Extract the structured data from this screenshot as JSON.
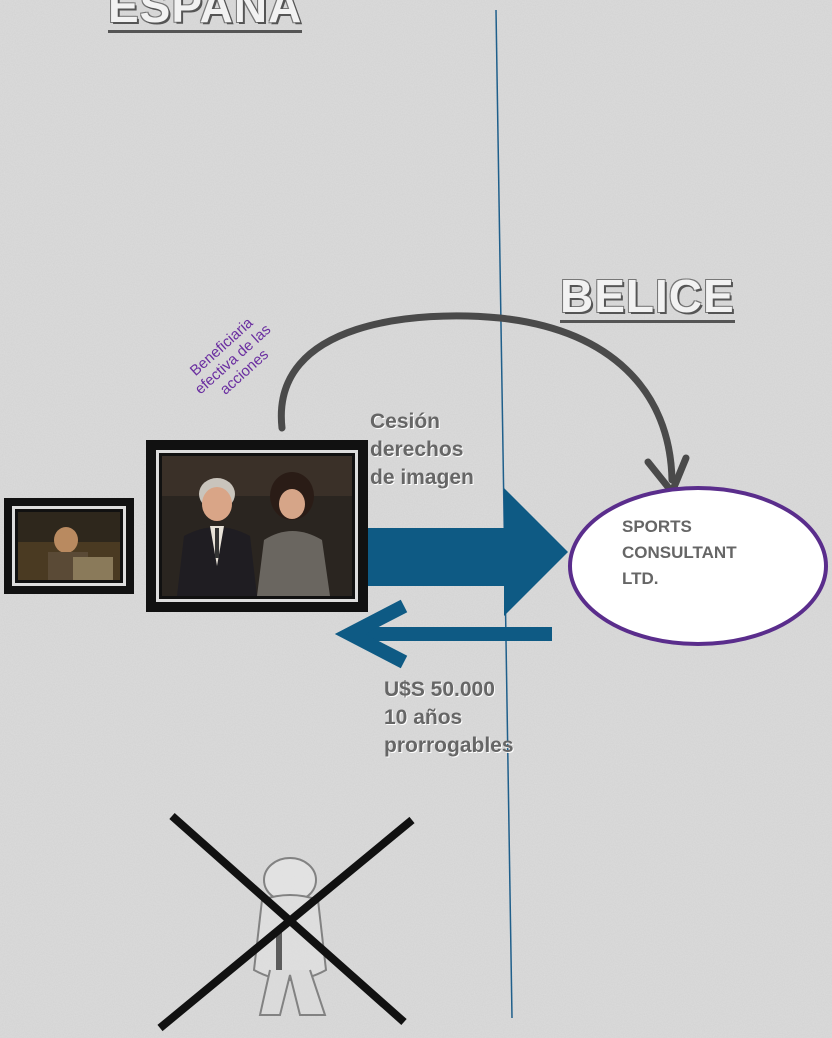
{
  "countries": {
    "left": "ESPAÑA",
    "right": "BELICE"
  },
  "arc_label": {
    "line1": "Beneficiaria",
    "line2": "efectiva de las",
    "line3": "acciones"
  },
  "transfer_label": {
    "line1": "Cesión",
    "line2": "derechos",
    "line3": "de imagen"
  },
  "payment_label": {
    "line1": "U$S 50.000",
    "line2": "10 años",
    "line3": "prorrogables"
  },
  "company": {
    "line1": "SPORTS",
    "line2": "CONSULTANT",
    "line3": "LTD."
  },
  "colors": {
    "background": "#cfcfcf",
    "divider": "#1f5f8b",
    "arrow_blue": "#0e5a84",
    "arc_arrow": "#4a4a4a",
    "ellipse_border": "#5a2d8c",
    "purple_text": "#6a2ea0",
    "cross": "#111111"
  }
}
